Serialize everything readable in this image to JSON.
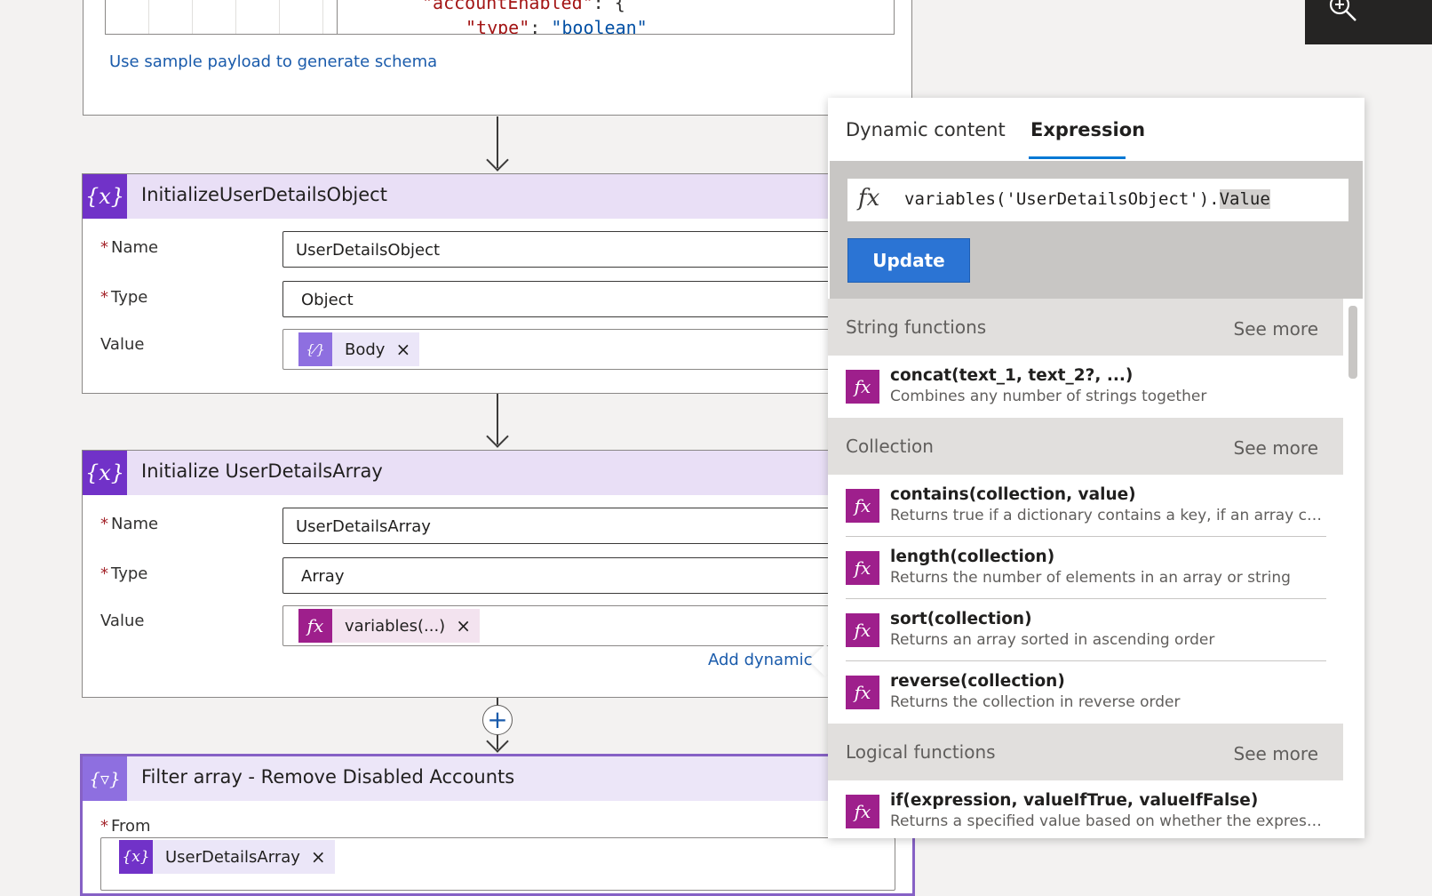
{
  "schema_card": {
    "code_line_1_key": "\"accountEnabled\"",
    "code_line_1_rest": ": {",
    "code_line_2_key": "\"type\"",
    "code_line_2_sep": ": ",
    "code_line_2_val": "\"boolean\"",
    "sample_payload_link": "Use sample payload to generate schema"
  },
  "card1": {
    "title": "InitializeUserDetailsObject",
    "icon": "{x}",
    "name_label": "Name",
    "name_value": "UserDetailsObject",
    "type_label": "Type",
    "type_value": "Object",
    "value_label": "Value",
    "token_label": "Body",
    "token_icon": "{⁄}",
    "remove_glyph": "×"
  },
  "card2": {
    "title": "Initialize UserDetailsArray",
    "icon": "{x}",
    "name_label": "Name",
    "name_value": "UserDetailsArray",
    "type_label": "Type",
    "type_value": "Array",
    "value_label": "Value",
    "token_label": "variables(...)",
    "token_icon": "fx",
    "remove_glyph": "×",
    "add_dynamic_link": "Add dynamic c"
  },
  "card3": {
    "title": "Filter array - Remove Disabled Accounts",
    "icon": "{▿}",
    "from_label": "From",
    "token_label": "UserDetailsArray",
    "token_icon": "{x}",
    "remove_glyph": "×"
  },
  "required_marker": "*",
  "insert_step_glyph": "+",
  "panel": {
    "tabs": [
      {
        "label": "Dynamic content",
        "active": false
      },
      {
        "label": "Expression",
        "active": true
      }
    ],
    "fx_glyph": "fx",
    "expression_main": "variables('UserDetailsObject').",
    "expression_selected": "Value",
    "update_label": "Update",
    "sections": [
      {
        "title": "String functions",
        "see_more": "See more",
        "items": [
          {
            "name": "concat(text_1, text_2?, ...)",
            "desc": "Combines any number of strings together"
          }
        ]
      },
      {
        "title": "Collection",
        "see_more": "See more",
        "items": [
          {
            "name": "contains(collection, value)",
            "desc": "Returns true if a dictionary contains a key, if an array con..."
          },
          {
            "name": "length(collection)",
            "desc": "Returns the number of elements in an array or string"
          },
          {
            "name": "sort(collection)",
            "desc": "Returns an array sorted in ascending order"
          },
          {
            "name": "reverse(collection)",
            "desc": "Returns the collection in reverse order"
          }
        ]
      },
      {
        "title": "Logical functions",
        "see_more": "See more",
        "items": [
          {
            "name": "if(expression, valueIfTrue, valueIfFalse)",
            "desc": "Returns a specified value based on whether the expressio..."
          }
        ]
      }
    ]
  },
  "colors": {
    "variable_icon": "#7132c8",
    "variable_header": "#e9dff6",
    "function_icon": "#9e1f8c",
    "accent": "#0078d4",
    "update_button": "#2b74d4",
    "link": "#1a5bab"
  },
  "icons": {
    "zoom": "zoom-in-icon",
    "variable": "variable-icon",
    "function": "function-icon",
    "filter": "filter-array-icon"
  }
}
